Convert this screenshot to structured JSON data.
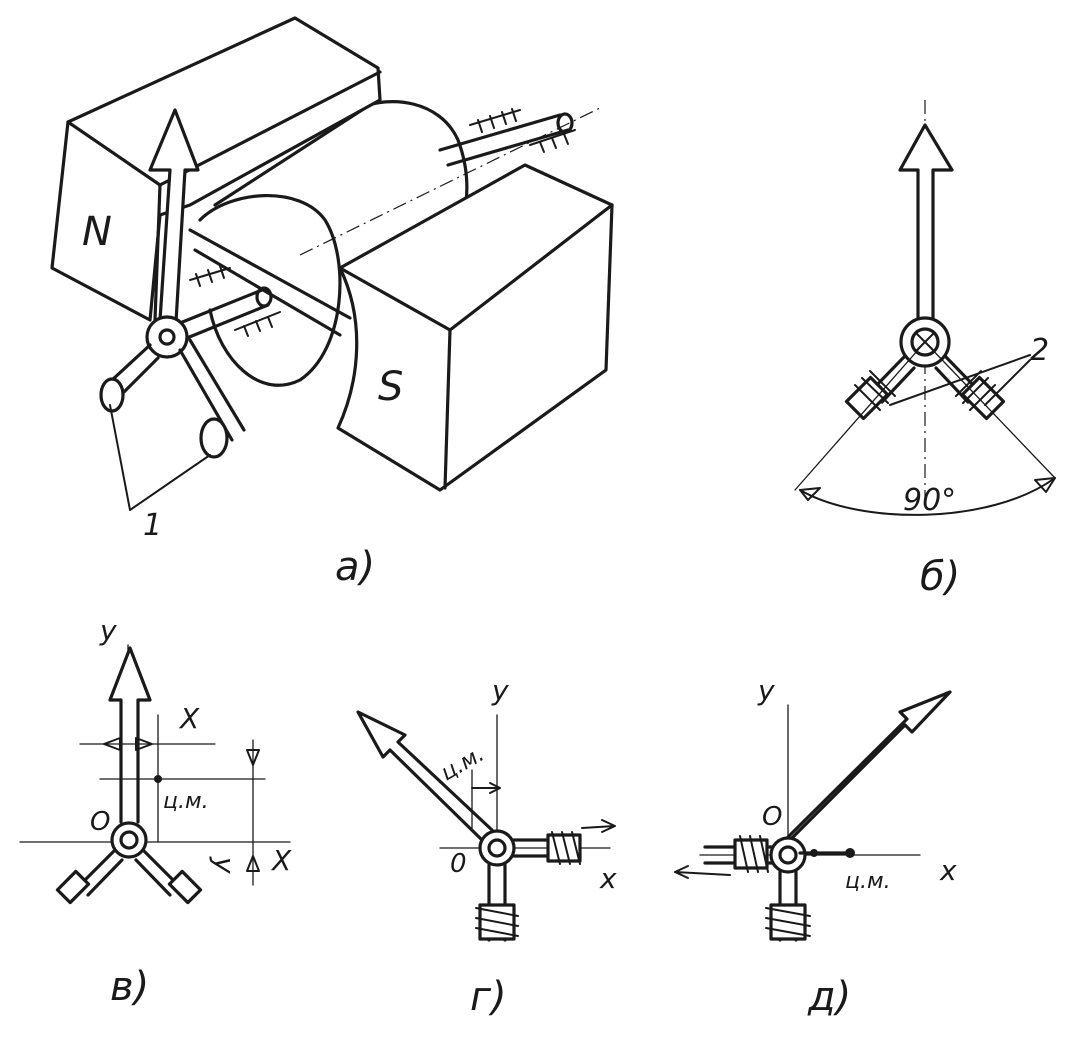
{
  "labels": {
    "pole_north": "N",
    "pole_south": "S",
    "callout_1": "1",
    "callout_2": "2",
    "angle": "90°",
    "fig_a": "а)",
    "fig_b": "б)",
    "fig_v": "в)",
    "fig_g": "г)",
    "fig_d": "д)",
    "axis_x": "X",
    "axis_y": "y",
    "axis_x_lower": "x",
    "origin": "0",
    "origin_upper": "O",
    "offset_x": "X",
    "offset_y": "y",
    "center_of_mass": "ц.м."
  },
  "colors": {
    "ink": "#1a1a1a",
    "paper": "#ffffff"
  }
}
